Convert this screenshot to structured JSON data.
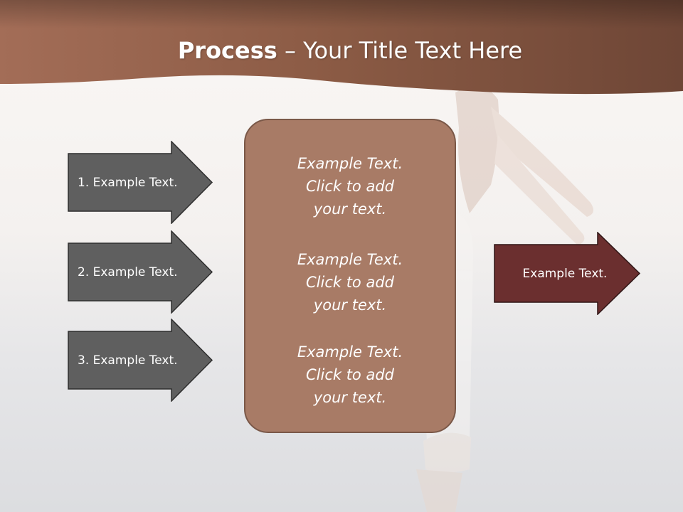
{
  "title": {
    "bold": "Process",
    "rest": " – Your Title Text Here"
  },
  "inputs": [
    {
      "label": "1. Example Text."
    },
    {
      "label": "2. Example Text."
    },
    {
      "label": "3. Example Text."
    }
  ],
  "center_blocks": [
    {
      "line1": "Example Text.",
      "line2": "Click  to add",
      "line3": "your text."
    },
    {
      "line1": "Example Text.",
      "line2": "Click  to add",
      "line3": "your text."
    },
    {
      "line1": "Example Text.",
      "line2": "Click  to add",
      "line3": "your text."
    }
  ],
  "output": {
    "label": "Example Text."
  },
  "colors": {
    "banner": "#8a5a44",
    "input_arrow_fill": "#5f5f5f",
    "center_box_fill": "#a87b66",
    "output_arrow_fill": "#6b2f2f",
    "text": "#ffffff"
  }
}
